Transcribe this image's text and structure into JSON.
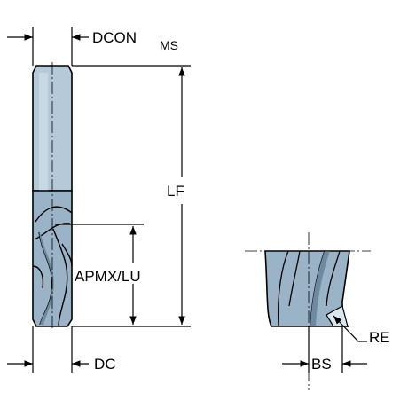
{
  "labels": {
    "dcon": "DCON",
    "dcon_sub": "MS",
    "lf": "LF",
    "apmx": "APMX/LU",
    "dc": "DC",
    "bs": "BS",
    "re": "RE"
  },
  "colors": {
    "body": "#9bb3c6",
    "shank": "#a9c0d1",
    "shank_light": "#c3d5e2",
    "outline": "#000000",
    "flute_dark": "#6f8aa0",
    "highlight": "#dbe7ef"
  }
}
